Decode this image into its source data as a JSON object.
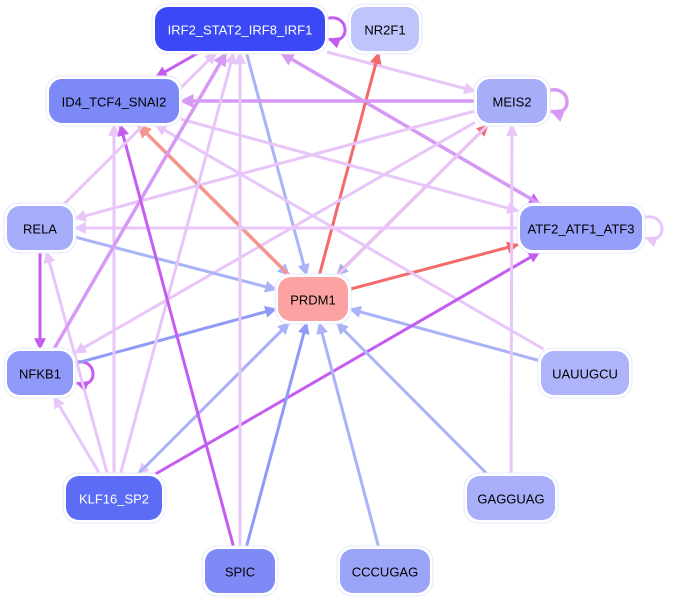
{
  "title": "Regulatory network around PRDM1",
  "colors": {
    "edge_blue": "#8f9bf7",
    "edge_light_blue": "#aab3f8",
    "edge_red": "#f26a6a",
    "edge_salmon": "#f5958e",
    "edge_purple": "#c45cf2",
    "edge_mid_purple": "#d69af5",
    "edge_light_purple": "#e8c6f9"
  },
  "nodes": [
    {
      "id": "IRF2_STAT2_IRF8_IRF1",
      "label": "IRF2_STAT2_IRF8_IRF1",
      "fill": "#3a48f5",
      "text": "#ffffff"
    },
    {
      "id": "NR2F1",
      "label": "NR2F1",
      "fill": "#bfc4fb",
      "text": "#000000"
    },
    {
      "id": "ID4_TCF4_SNAI2",
      "label": "ID4_TCF4_SNAI2",
      "fill": "#7d89f6",
      "text": "#000000"
    },
    {
      "id": "MEIS2",
      "label": "MEIS2",
      "fill": "#a6adf9",
      "text": "#000000"
    },
    {
      "id": "RELA",
      "label": "RELA",
      "fill": "#a5acf9",
      "text": "#000000"
    },
    {
      "id": "ATF2_ATF1_ATF3",
      "label": "ATF2_ATF1_ATF3",
      "fill": "#959ef8",
      "text": "#000000"
    },
    {
      "id": "PRDM1",
      "label": "PRDM1",
      "fill": "#fca2a2",
      "text": "#000000"
    },
    {
      "id": "NFKB1",
      "label": "NFKB1",
      "fill": "#8f99f7",
      "text": "#000000"
    },
    {
      "id": "UAUUGCU",
      "label": "UAUUGCU",
      "fill": "#aeb4f9",
      "text": "#000000"
    },
    {
      "id": "KLF16_SP2",
      "label": "KLF16_SP2",
      "fill": "#5d6cf4",
      "text": "#ffffff"
    },
    {
      "id": "GAGGUAG",
      "label": "GAGGUAG",
      "fill": "#a8aef9",
      "text": "#000000"
    },
    {
      "id": "SPIC",
      "label": "SPIC",
      "fill": "#7f8af6",
      "text": "#000000"
    },
    {
      "id": "CCCUGAG",
      "label": "CCCUGAG",
      "fill": "#9ca4f8",
      "text": "#000000"
    }
  ],
  "edges": [
    {
      "from": "IRF2_STAT2_IRF8_IRF1",
      "to": "IRF2_STAT2_IRF8_IRF1",
      "color": "edge_purple"
    },
    {
      "from": "IRF2_STAT2_IRF8_IRF1",
      "to": "ID4_TCF4_SNAI2",
      "color": "edge_purple"
    },
    {
      "from": "IRF2_STAT2_IRF8_IRF1",
      "to": "PRDM1",
      "color": "edge_light_blue"
    },
    {
      "from": "IRF2_STAT2_IRF8_IRF1",
      "to": "MEIS2",
      "color": "edge_light_purple"
    },
    {
      "from": "IRF2_STAT2_IRF8_IRF1",
      "to": "ATF2_ATF1_ATF3",
      "color": "edge_purple"
    },
    {
      "from": "ATF2_ATF1_ATF3",
      "to": "IRF2_STAT2_IRF8_IRF1",
      "color": "edge_mid_purple"
    },
    {
      "from": "PRDM1",
      "to": "NR2F1",
      "color": "edge_red"
    },
    {
      "from": "MEIS2",
      "to": "MEIS2",
      "color": "edge_mid_purple"
    },
    {
      "from": "MEIS2",
      "to": "ID4_TCF4_SNAI2",
      "color": "edge_mid_purple"
    },
    {
      "from": "MEIS2",
      "to": "PRDM1",
      "color": "edge_light_blue"
    },
    {
      "from": "PRDM1",
      "to": "MEIS2",
      "color": "edge_red"
    },
    {
      "from": "MEIS2",
      "to": "RELA",
      "color": "edge_light_purple"
    },
    {
      "from": "MEIS2",
      "to": "NFKB1",
      "color": "edge_light_purple"
    },
    {
      "from": "MEIS2",
      "to": "KLF16_SP2",
      "color": "edge_light_purple"
    },
    {
      "from": "ID4_TCF4_SNAI2",
      "to": "PRDM1",
      "color": "edge_light_blue"
    },
    {
      "from": "PRDM1",
      "to": "ID4_TCF4_SNAI2",
      "color": "edge_salmon"
    },
    {
      "from": "ID4_TCF4_SNAI2",
      "to": "ATF2_ATF1_ATF3",
      "color": "edge_light_purple"
    },
    {
      "from": "RELA",
      "to": "PRDM1",
      "color": "edge_light_blue"
    },
    {
      "from": "RELA",
      "to": "NFKB1",
      "color": "edge_purple"
    },
    {
      "from": "ATF2_ATF1_ATF3",
      "to": "ATF2_ATF1_ATF3",
      "color": "edge_light_purple"
    },
    {
      "from": "ATF2_ATF1_ATF3",
      "to": "RELA",
      "color": "edge_light_purple"
    },
    {
      "from": "PRDM1",
      "to": "ATF2_ATF1_ATF3",
      "color": "edge_red"
    },
    {
      "from": "NFKB1",
      "to": "NFKB1",
      "color": "edge_purple"
    },
    {
      "from": "NFKB1",
      "to": "PRDM1",
      "color": "edge_blue"
    },
    {
      "from": "UAUUGCU",
      "to": "PRDM1",
      "color": "edge_light_blue"
    },
    {
      "from": "UAUUGCU",
      "to": "ID4_TCF4_SNAI2",
      "color": "edge_light_purple"
    },
    {
      "from": "KLF16_SP2",
      "to": "PRDM1",
      "color": "edge_light_blue"
    },
    {
      "from": "KLF16_SP2",
      "to": "ATF2_ATF1_ATF3",
      "color": "edge_purple"
    },
    {
      "from": "KLF16_SP2",
      "to": "NFKB1",
      "color": "edge_light_purple"
    },
    {
      "from": "KLF16_SP2",
      "to": "RELA",
      "color": "edge_light_purple"
    },
    {
      "from": "KLF16_SP2",
      "to": "ID4_TCF4_SNAI2",
      "color": "edge_light_purple"
    },
    {
      "from": "KLF16_SP2",
      "to": "IRF2_STAT2_IRF8_IRF1",
      "color": "edge_light_purple"
    },
    {
      "from": "NFKB1",
      "to": "IRF2_STAT2_IRF8_IRF1",
      "color": "edge_mid_purple"
    },
    {
      "from": "SPIC",
      "to": "PRDM1",
      "color": "edge_blue"
    },
    {
      "from": "SPIC",
      "to": "ID4_TCF4_SNAI2",
      "color": "edge_purple"
    },
    {
      "from": "SPIC",
      "to": "IRF2_STAT2_IRF8_IRF1",
      "color": "edge_light_purple"
    },
    {
      "from": "CCCUGAG",
      "to": "PRDM1",
      "color": "edge_light_blue"
    },
    {
      "from": "GAGGUAG",
      "to": "PRDM1",
      "color": "edge_light_blue"
    },
    {
      "from": "GAGGUAG",
      "to": "MEIS2",
      "color": "edge_light_purple"
    },
    {
      "from": "RELA",
      "to": "IRF2_STAT2_IRF8_IRF1",
      "color": "edge_light_purple"
    }
  ]
}
